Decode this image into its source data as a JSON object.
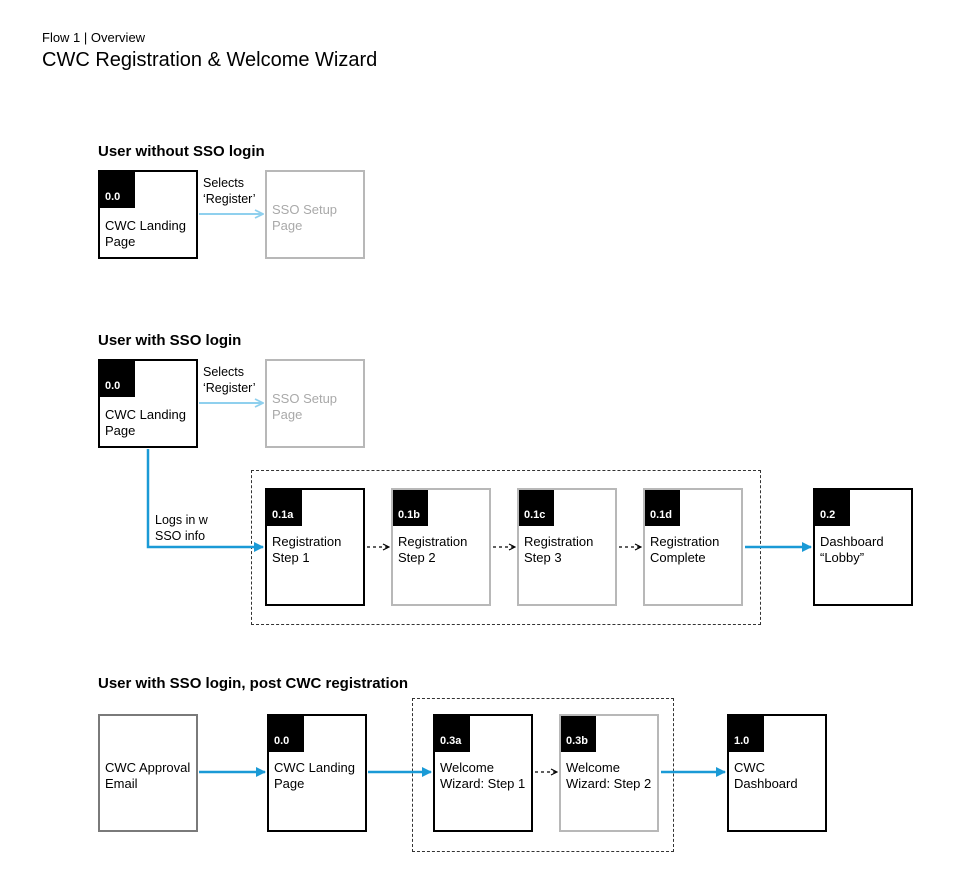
{
  "header": {
    "subtitle": "Flow 1 | Overview",
    "title": "CWC Registration & Welcome Wizard"
  },
  "sections": [
    {
      "title": "User without SSO login"
    },
    {
      "title": "User with SSO login"
    },
    {
      "title": "User with SSO login, post CWC registration"
    }
  ],
  "nodes": {
    "s1_landing": {
      "code": "0.0",
      "label": "CWC Landing\nPage"
    },
    "s1_sso": {
      "label": "SSO Setup\nPage"
    },
    "s2_landing": {
      "code": "0.0",
      "label": "CWC Landing\nPage"
    },
    "s2_sso": {
      "label": "SSO Setup\nPage"
    },
    "s2_reg1": {
      "code": "0.1a",
      "label": "Registration\nStep 1"
    },
    "s2_reg2": {
      "code": "0.1b",
      "label": "Registration\nStep 2"
    },
    "s2_reg3": {
      "code": "0.1c",
      "label": "Registration\nStep 3"
    },
    "s2_regc": {
      "code": "0.1d",
      "label": "Registration\nComplete"
    },
    "s2_dash": {
      "code": "0.2",
      "label": "Dashboard\n“Lobby”"
    },
    "s3_email": {
      "label": "CWC Approval\nEmail"
    },
    "s3_landing": {
      "code": "0.0",
      "label": "CWC Landing\nPage"
    },
    "s3_wiz1": {
      "code": "0.3a",
      "label": "Welcome\nWizard: Step 1"
    },
    "s3_wiz2": {
      "code": "0.3b",
      "label": "Welcome\nWizard: Step 2"
    },
    "s3_dash": {
      "code": "1.0",
      "label": "CWC\nDashboard"
    }
  },
  "annotations": {
    "s1_selects": "Selects\n‘Register’",
    "s2_selects": "Selects\n‘Register’",
    "s2_logs_in": "Logs in w\nSSO info"
  },
  "colors": {
    "flow_blue": "#1a9ad6",
    "light_blue": "#8fd0ee",
    "node_black": "#000000",
    "node_gray": "#b8b8b8"
  }
}
